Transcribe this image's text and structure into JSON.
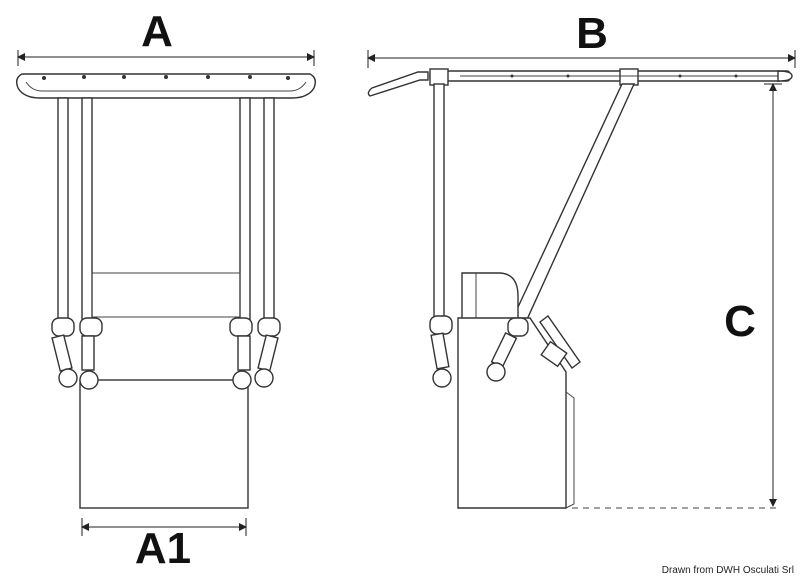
{
  "labels": {
    "width": "A",
    "length": "B",
    "height": "C",
    "console_width": "A1"
  },
  "credit": "Drawn from DWH Osculati Srl",
  "colors": {
    "line": "#333333",
    "text": "#111111",
    "background": "#ffffff"
  }
}
